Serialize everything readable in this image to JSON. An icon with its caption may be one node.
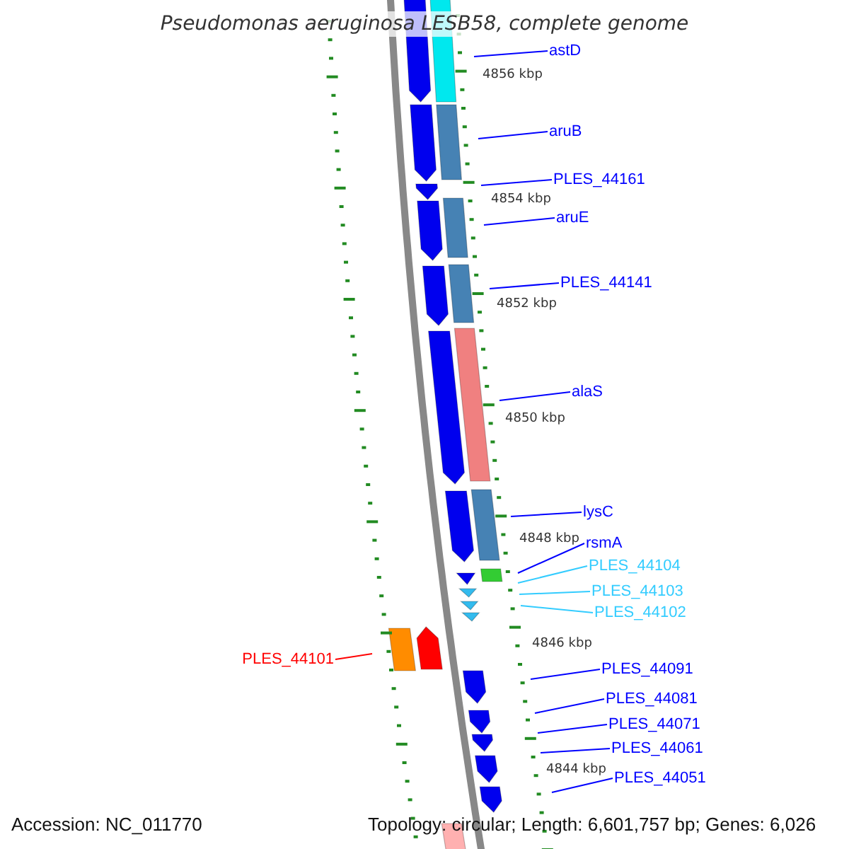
{
  "diagram": {
    "title": "Pseudomonas aeruginosa LESB58, complete genome",
    "nodes": [
      {
        "text": [
          "astD"
        ]
      },
      {
        "text": [
          "aruB"
        ]
      },
      {
        "text": [
          "PLES_44161"
        ]
      },
      {
        "text": [
          "aruE"
        ]
      },
      {
        "text": [
          "PLES_44141"
        ]
      },
      {
        "text": [
          "alaS"
        ]
      },
      {
        "text": [
          "lysC"
        ]
      },
      {
        "text": [
          "rsmA"
        ]
      },
      {
        "text": [
          "PLES_44104"
        ]
      },
      {
        "text": [
          "PLES_44103"
        ]
      },
      {
        "text": [
          "PLES_44102"
        ]
      },
      {
        "text": [
          "PLES_44101"
        ]
      },
      {
        "text": [
          "PLES_44091"
        ]
      },
      {
        "text": [
          "PLES_44081"
        ]
      },
      {
        "text": [
          "PLES_44071"
        ]
      },
      {
        "text": [
          "PLES_44061"
        ]
      },
      {
        "text": [
          "PLES_44051"
        ]
      }
    ],
    "edges": [
      {
        "from": 0,
        "to": null,
        "arrow": "none"
      },
      {
        "from": 1,
        "to": null,
        "arrow": "none"
      },
      {
        "from": 2,
        "to": null,
        "arrow": "none"
      },
      {
        "from": 3,
        "to": null,
        "arrow": "none"
      },
      {
        "from": 4,
        "to": null,
        "arrow": "none"
      },
      {
        "from": 5,
        "to": null,
        "arrow": "none"
      },
      {
        "from": 6,
        "to": null,
        "arrow": "none"
      },
      {
        "from": 7,
        "to": null,
        "arrow": "none"
      },
      {
        "from": 8,
        "to": null,
        "arrow": "none",
        "color": "#33ccff"
      },
      {
        "from": 9,
        "to": null,
        "arrow": "none",
        "color": "#33ccff"
      },
      {
        "from": 10,
        "to": null,
        "arrow": "none",
        "color": "#33ccff"
      },
      {
        "from": 11,
        "to": null,
        "arrow": "none",
        "color": "#ff0000"
      },
      {
        "from": 12,
        "to": null,
        "arrow": "none"
      },
      {
        "from": 13,
        "to": null,
        "arrow": "none"
      },
      {
        "from": 14,
        "to": null,
        "arrow": "none"
      },
      {
        "from": 15,
        "to": null,
        "arrow": "none"
      },
      {
        "from": 16,
        "to": null,
        "arrow": "none"
      }
    ],
    "labels": [
      "4856 kbp",
      "4854 kbp",
      "4852 kbp",
      "4850 kbp",
      "4848 kbp",
      "4846 kbp",
      "4844 kbp",
      "Accession: NC_011770",
      "Topology: circular; Length: 6,601,757 bp; Genes: 6,026"
    ]
  }
}
